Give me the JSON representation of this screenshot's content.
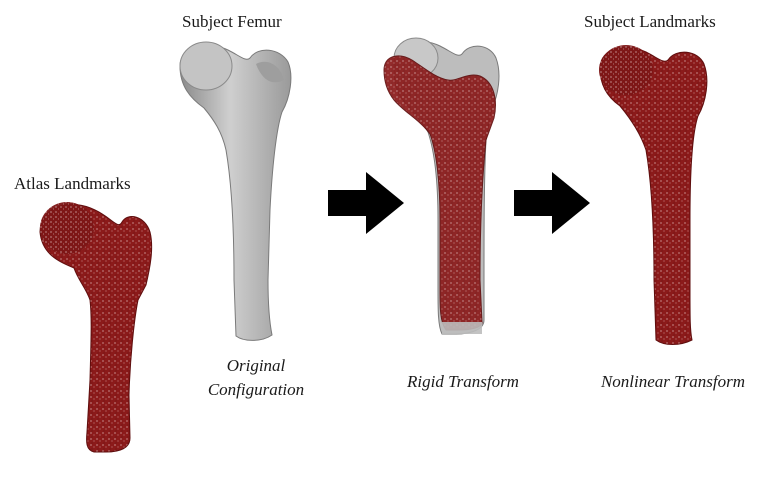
{
  "labels": {
    "atlas": "Atlas Landmarks",
    "subject_femur": "Subject Femur",
    "subject_landmarks": "Subject Landmarks"
  },
  "captions": {
    "original_line1": "Original",
    "original_line2": "Configuration",
    "rigid": "Rigid Transform",
    "nonlinear": "Nonlinear Transform"
  },
  "colors": {
    "landmark_red": "#8b1a1a",
    "landmark_dark": "#5e0e0e",
    "bone_gray": "#b9b9b9",
    "bone_gray_dark": "#8a8a8a",
    "arrow": "#000000"
  },
  "figures": [
    {
      "id": "atlas-landmarks",
      "kind": "red-point-cloud"
    },
    {
      "id": "subject-femur",
      "kind": "gray-bone"
    },
    {
      "id": "rigid-overlay",
      "kind": "red-over-gray"
    },
    {
      "id": "subject-landmarks",
      "kind": "red-point-cloud"
    }
  ],
  "arrows": [
    {
      "id": "arrow-1",
      "icon": "right-arrow-icon"
    },
    {
      "id": "arrow-2",
      "icon": "right-arrow-icon"
    }
  ]
}
